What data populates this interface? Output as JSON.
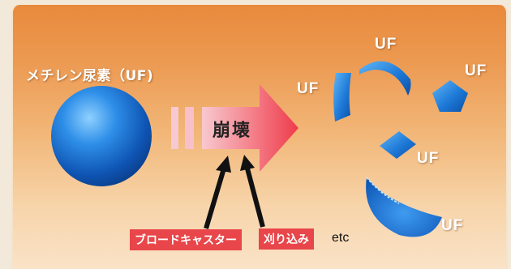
{
  "molecule_label": "メチレン尿素（UF)",
  "process_label": "崩壊",
  "causes": [
    "ブロードキャスター",
    "刈り込み"
  ],
  "etc_label": "etc",
  "fragment_labels": [
    "UF",
    "UF",
    "UF",
    "UF",
    "UF"
  ],
  "colors": {
    "background_top": "#e88a3c",
    "background_bottom": "#fae3c8",
    "sphere": "#1d6fd0",
    "arrow": "#f0505c",
    "tag": "#e8464a"
  }
}
